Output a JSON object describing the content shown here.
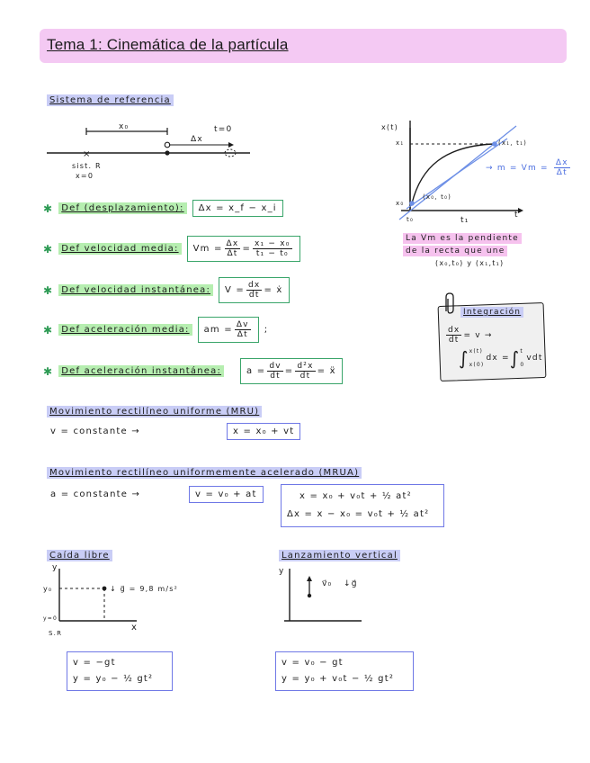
{
  "title": "Tema 1: Cinemática de la partícula",
  "sections": {
    "reference": {
      "heading": "Sistema de referencia",
      "x0_label": "x₀",
      "t0_label": "t=0",
      "dx_label": "Δx",
      "sr_label": "sist. R",
      "x0_origin": "x=0"
    },
    "graph": {
      "y_axis": "x(t)",
      "x_axis": "t",
      "y1": "x₁",
      "y0": "x₀",
      "t0": "t₀",
      "t1": "t₁",
      "p1": "(x₁, t₁)",
      "p0": "(x₀, t₀)",
      "vm_eq": "m = Vm =",
      "vm_num": "Δx",
      "vm_den": "Δt",
      "note_l1": "La Vm es la pendiente",
      "note_l2": "de la recta que une",
      "note_l3": "(x₀,t₀) y (x₁,t₁)"
    },
    "definitions": [
      {
        "label": "Def (desplazamiento):",
        "formula": "Δx = x_f − x_i"
      },
      {
        "label": "Def velocidad media:",
        "lhs": "Vm =",
        "f1n": "Δx",
        "f1d": "Δt",
        "eq": "=",
        "f2n": "x₁ − x₀",
        "f2d": "t₁ − t₀"
      },
      {
        "label": "Def velocidad instantánea:",
        "lhs": "V =",
        "f1n": "dx",
        "f1d": "dt",
        "rhs": "= ẋ"
      },
      {
        "label": "Def aceleración media:",
        "lhs": "am =",
        "f1n": "Δv",
        "f1d": "Δt",
        "tail": ";"
      },
      {
        "label": "Def aceleración instantánea:",
        "lhs": "a =",
        "f1n": "dv",
        "f1d": "dt",
        "eq": "=",
        "f2n": "d²x",
        "f2d": "dt",
        "rhs": "= ẍ"
      }
    ],
    "integration": {
      "title": "Integración",
      "line1_n": "dx",
      "line1_d": "dt",
      "line1_r": "= v →",
      "int_upper": "x(t)",
      "int_lower": "x(0)",
      "int_body": "dx =",
      "int2_upper": "t",
      "int2_lower": "0",
      "int2_body": "vdt"
    },
    "mru": {
      "heading": "Movimiento rectilíneo uniforme (MRU)",
      "condition": "v = constante →",
      "formula": "x = x₀ + vt"
    },
    "mrua": {
      "heading": "Movimiento rectilíneo uniformemente acelerado (MRUA)",
      "condition": "a = constante →",
      "formula1": "v = v₀ + at",
      "formula2": "x = x₀ + v₀t + ½ at²",
      "formula3": "Δx = x − x₀ = v₀t + ½ at²"
    },
    "free_fall": {
      "heading": "Caída libre",
      "y_axis": "y",
      "x_axis": "x",
      "y0": "y₀",
      "y_zero": "y=0",
      "sr": "S.R",
      "g_label": "g⃗ = 9,8 m/s²",
      "eq1": "v = −gt",
      "eq2": "y = y₀ − ½ gt²"
    },
    "vertical": {
      "heading": "Lanzamiento vertical",
      "y_axis": "y",
      "v0_label": "v⃗₀",
      "g_label": "g⃗",
      "eq1": "v = v₀ − gt",
      "eq2": "y = y₀ + v₀t − ½ gt²"
    }
  },
  "colors": {
    "title_bg": "#f4c9f3",
    "heading_blue": "#c9cdf6",
    "def_green": "#b6eeb0",
    "box_green": "#3aa56a",
    "box_blue": "#6f78e6",
    "note_pink": "#f6c2ee"
  }
}
